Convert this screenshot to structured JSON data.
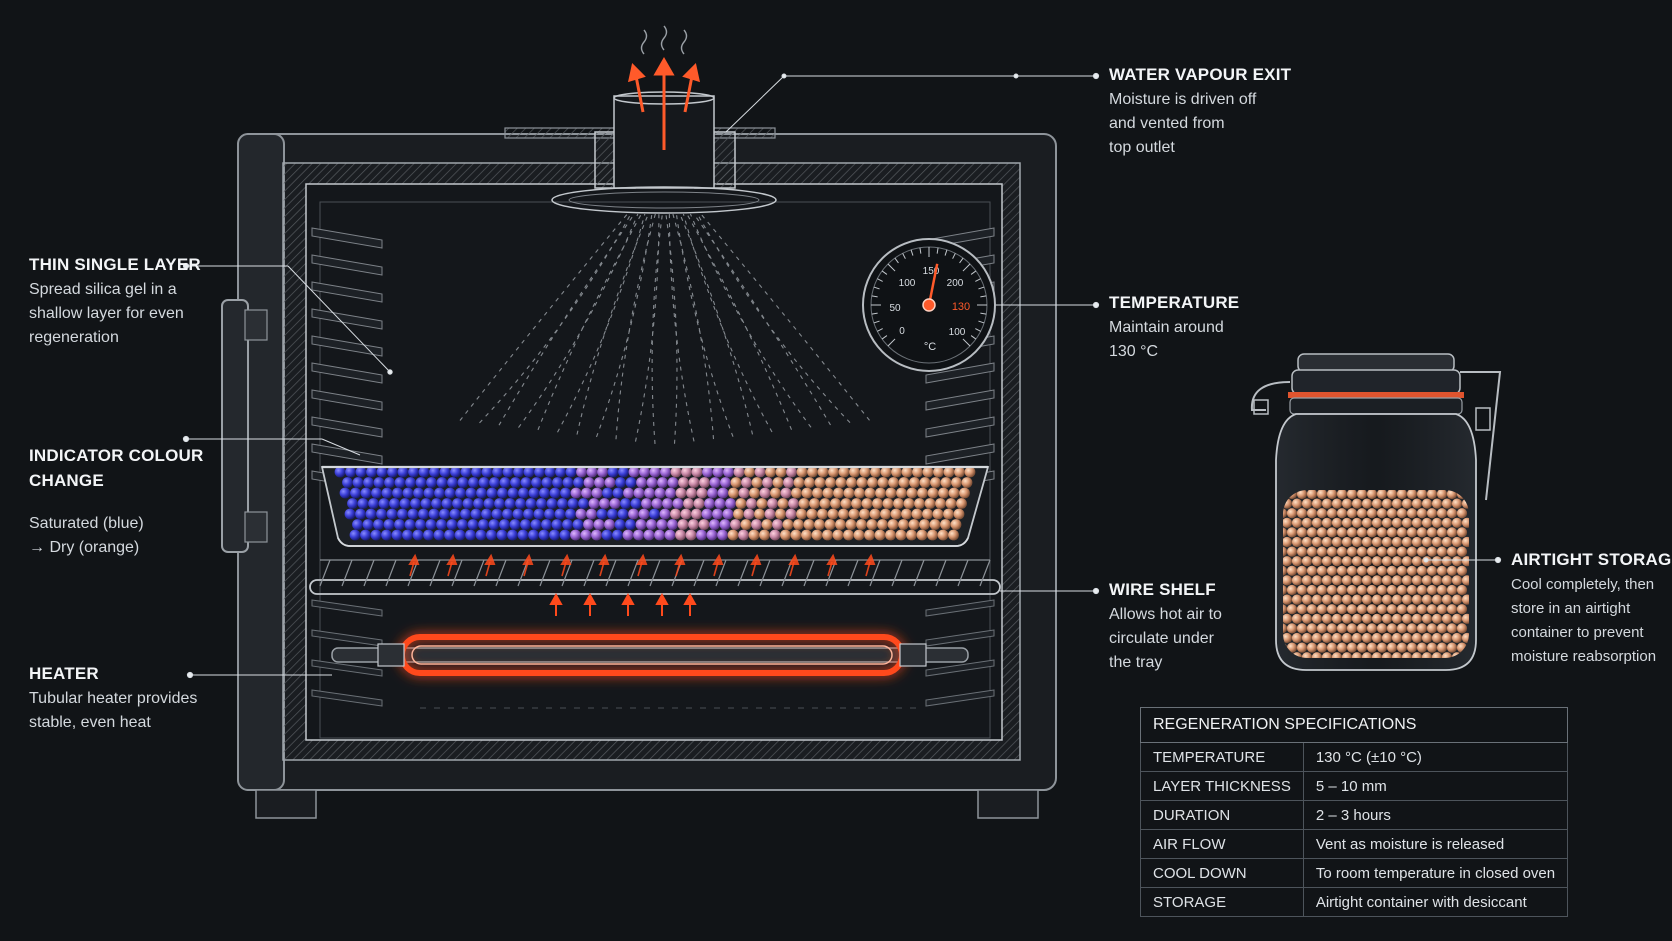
{
  "callouts": {
    "thin_layer": {
      "title": "THIN SINGLE LAYER",
      "desc": "Spread silica gel in a\nshallow layer for even\nregeneration"
    },
    "indicator": {
      "title": "INDICATOR COLOUR\nCHANGE",
      "desc": "Saturated (blue)\n→ Dry (orange)"
    },
    "heater": {
      "title": "HEATER",
      "desc": "Tubular heater provides\nstable, even heat"
    },
    "vapour_exit": {
      "title": "WATER VAPOUR EXIT",
      "desc": "Moisture is driven off\nand vented from\ntop outlet"
    },
    "temperature": {
      "title": "TEMPERATURE",
      "desc": "Maintain around\n130 °C"
    },
    "wire_shelf": {
      "title": "WIRE SHELF",
      "desc": "Allows hot air to\ncirculate under\nthe tray"
    },
    "airtight": {
      "title": "AIRTIGHT STORAGE",
      "desc": "Cool completely, then\nstore in an airtight\ncontainer to prevent\nmoisture reabsorption"
    }
  },
  "gauge": {
    "ticks": [
      "0",
      "50",
      "100",
      "150",
      "200",
      "100"
    ],
    "setpoint": "130",
    "unit": "°C",
    "value": 130
  },
  "specs": {
    "title": "REGENERATION SPECIFICATIONS",
    "rows": [
      {
        "key": "TEMPERATURE",
        "value": "130 °C (±10 °C)"
      },
      {
        "key": "LAYER THICKNESS",
        "value": "5 – 10 mm"
      },
      {
        "key": "DURATION",
        "value": "2 – 3 hours"
      },
      {
        "key": "AIR FLOW",
        "value": "Vent as moisture is released"
      },
      {
        "key": "COOL DOWN",
        "value": "To room temperature in closed oven"
      },
      {
        "key": "STORAGE",
        "value": "Airtight container with desiccant"
      }
    ]
  },
  "colors": {
    "background": "#111417",
    "line": "#d0d4d8",
    "heat": "#ff4a1c",
    "saturated": "#3b3fd8",
    "mid": "#9a66d4",
    "dry": "#d89670"
  }
}
